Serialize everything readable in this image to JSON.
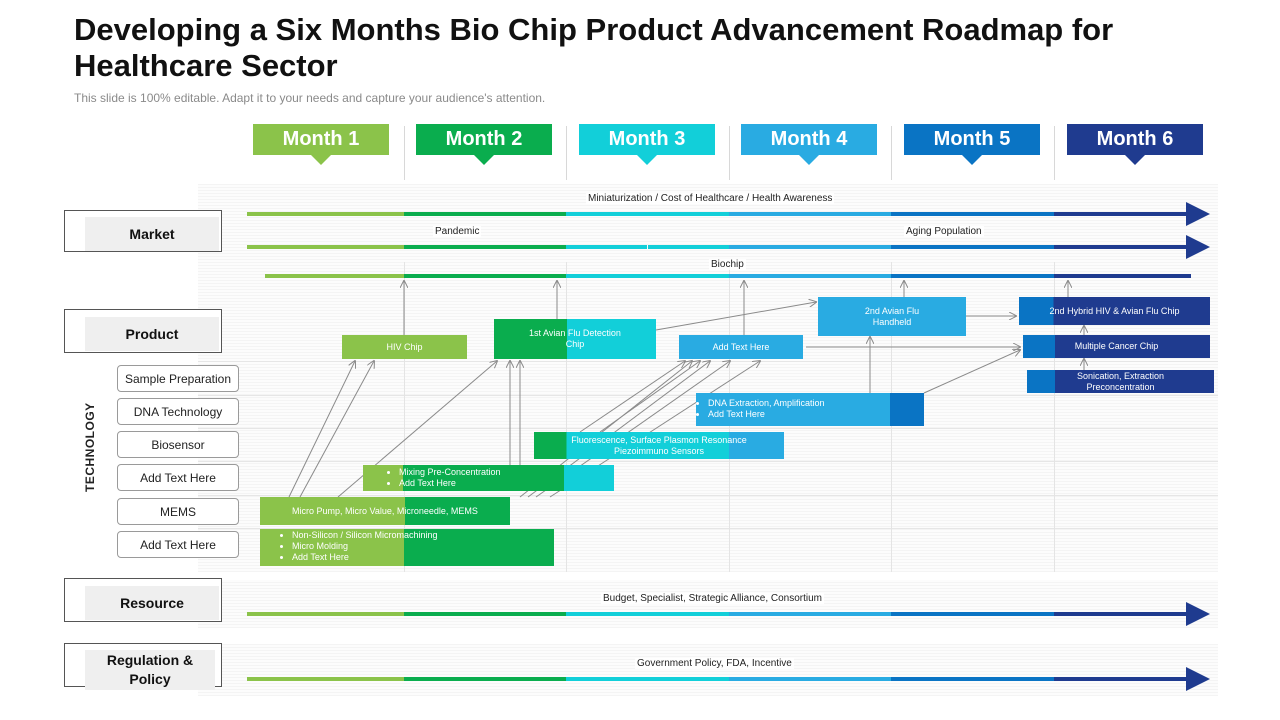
{
  "title": "Developing a Six Months Bio Chip Product Advancement Roadmap for Healthcare Sector",
  "subtitle": "This slide is 100% editable. Adapt it to your needs and capture your audience's attention.",
  "months": [
    "Month 1",
    "Month 2",
    "Month 3",
    "Month 4",
    "Month 5",
    "Month 6"
  ],
  "colors": {
    "m1": "#8bc34a",
    "m2": "#0aad4e",
    "m3": "#12cfd9",
    "m4": "#29abe2",
    "m5": "#0a74c4",
    "m6": "#1f3b8f"
  },
  "categories": {
    "market": "Market",
    "product": "Product",
    "resource": "Resource",
    "regulation": "Regulation & Policy",
    "technology": "TECHNOLOGY"
  },
  "technology_items": [
    "Sample Preparation",
    "DNA Technology",
    "Biosensor",
    "Add Text Here",
    "MEMS",
    "Add Text Here"
  ],
  "market_bars": {
    "bar1": "Miniaturization / Cost of Healthcare / Health Awareness",
    "bar2a": "Pandemic",
    "bar2b": "Aging Population",
    "bar3": "Biochip"
  },
  "resource_bar": "Budget, Specialist, Strategic Alliance, Consortium",
  "regulation_bar": "Government Policy, FDA, Incentive",
  "product_boxes": {
    "hiv_chip": "HIV Chip",
    "avian_flu_detection": "1st Avian Flu Detection Chip",
    "add_text": "Add Text Here",
    "avian_flu_handheld": "2nd Avian Flu Handheld",
    "hybrid_hiv": "2nd Hybrid HIV & Avian Flu Chip",
    "multiple_cancer": "Multiple Cancer Chip",
    "sonication": "Sonication, Extraction Preconcentration"
  },
  "tech_boxes": {
    "dna_extraction": [
      "DNA Extraction, Amplification",
      "Add Text Here"
    ],
    "fluorescence": "Fluorescence, Surface Plasmon Resonance Piezoimmuno Sensors",
    "mixing": [
      "Mixing Pre-Concentration",
      "Add Text Here"
    ],
    "micro_pump": "Micro Pump, Micro Value, Microneedle, MEMS",
    "non_silicon": [
      "Non-Silicon / Silicon Micromachining",
      "Micro Molding",
      "Add Text Here"
    ]
  }
}
